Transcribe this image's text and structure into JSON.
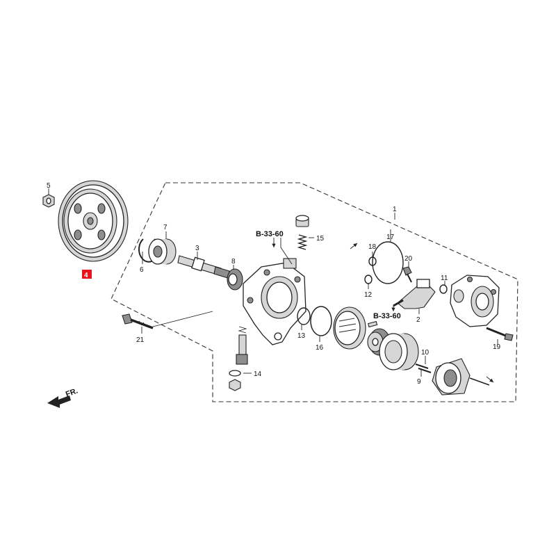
{
  "diagram": {
    "callouts": {
      "p1": "1",
      "p2": "2",
      "p3": "3",
      "p4": "4",
      "p5": "5",
      "p6": "6",
      "p7": "7",
      "p8": "8",
      "p9": "9",
      "p10": "10",
      "p11": "11",
      "p12": "12",
      "p13": "13",
      "p14": "14",
      "p15": "15",
      "p16": "16",
      "p17": "17",
      "p18": "18",
      "p19": "19",
      "p20": "20",
      "p21": "21"
    },
    "references": {
      "ref_top": "B-33-60",
      "ref_mid": "B-33-60"
    },
    "front_indicator": "FR.",
    "highlight_color": "#e8141c"
  }
}
